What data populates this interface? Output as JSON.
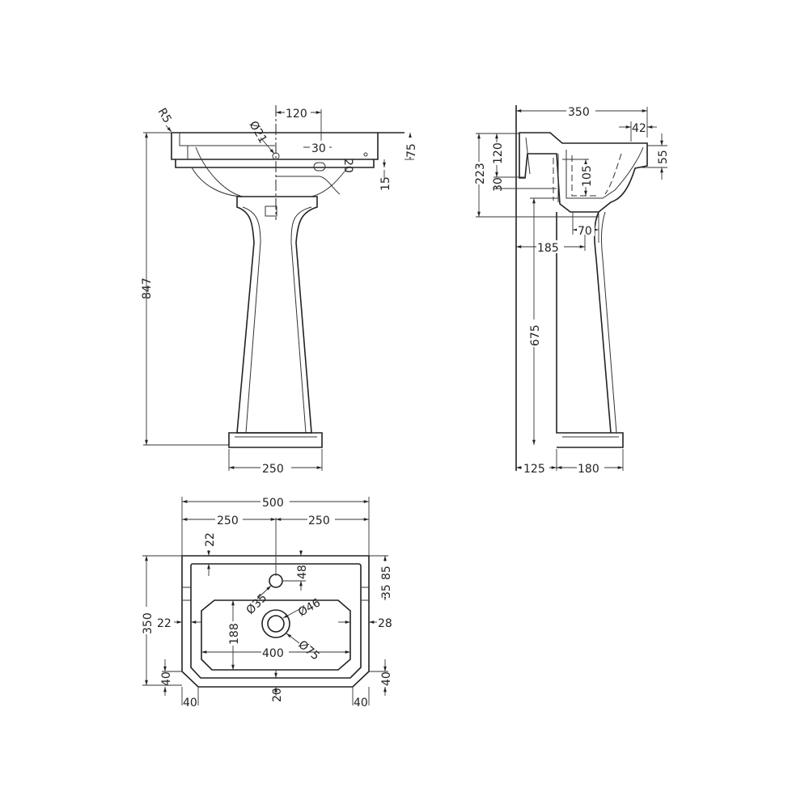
{
  "title": "Pedestal basin technical drawing",
  "front_view": {
    "radius": "R5",
    "tap_hole_dia": "Ø21",
    "tap_offset": "120",
    "overflow_width": "30",
    "overflow_height": "20",
    "rim_height": "75",
    "lip": "15",
    "overall_height": "847",
    "pedestal_foot_width": "250"
  },
  "side_view": {
    "depth": "350",
    "front_lip": "42",
    "front_rim": "55",
    "basin_height": "223",
    "bracket_height": "120",
    "bracket_gap": "30",
    "bowl_depth": "105",
    "waste_width": "70",
    "waste_offset": "185",
    "pedestal_height": "675",
    "pedestal_setback": "125",
    "pedestal_depth": "180"
  },
  "top_view": {
    "width": "500",
    "half_left": "250",
    "half_right": "250",
    "depth": "350",
    "back_rim": "22",
    "tap_offset": "48",
    "tap_dia": "Ø35",
    "waste_inner_dia": "Ø46",
    "waste_outer_dia": "Ø75",
    "bowl_depth": "188",
    "bowl_width": "400",
    "side_rim_left": "22",
    "side_rim_right": "28",
    "dim_85": "85",
    "dim_35": "35",
    "front_rim": "20",
    "chamfer_left_v": "40",
    "chamfer_right_v": "40",
    "chamfer_left_h": "40",
    "chamfer_right_h": "40"
  }
}
